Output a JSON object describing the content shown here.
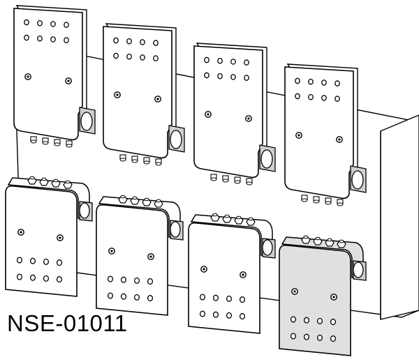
{
  "figure": {
    "code_label": "NSE-01011",
    "upper_row_plates": 4,
    "lower_row_plates": 4,
    "highlighted_plate": "lower-row-plate-4",
    "highlight_color": "#e0e0e0",
    "plate_color": "#ffffff",
    "line_color": "#000000",
    "channel_color": "#cfcfcf"
  }
}
